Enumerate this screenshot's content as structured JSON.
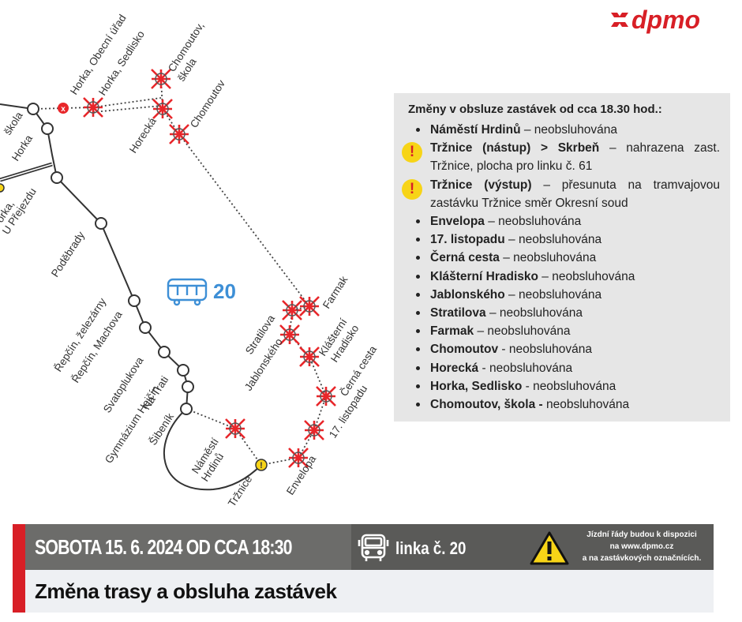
{
  "brand": {
    "logo_text": "dpmo",
    "color": "#d81f26"
  },
  "route": {
    "number": "20",
    "color": "#3d8fd6"
  },
  "stops": {
    "skola": "škola",
    "horka": "Horka",
    "horka_obecni_urad": "Horka, Obecní úřad",
    "horka_sedlisko": "Horka, Sedlisko",
    "chomoutov_skola_1": "Chomoutov,",
    "chomoutov_skola_2": "škola",
    "chomoutov": "Chomoutov",
    "horecka": "Horecká",
    "horka_u_prejezdu_1": "orka,",
    "horka_u_prejezdu_2": "U Přejezdu",
    "podebrady": "Poděbrady",
    "repcin_zelezarny": "Řepčín, železárny",
    "repcin_machova": "Řepčín, Machova",
    "svatoplukova": "Svatoplukova",
    "na_trati": "Na Trati",
    "gymnazium_hejcin": "Gymnázium Hejčín",
    "sibenik": "Šibeník",
    "namesti_hrdinu_1": "Náměstí",
    "namesti_hrdinu_2": "Hrdinů",
    "trznice": "Tržnice",
    "envelopa": "Envelopa",
    "sedmnact_listopadu": "17. listopadu",
    "cerna_cesta": "Černá cesta",
    "klasterni_hradisko_1": "Klášterní",
    "klasterni_hradisko_2": "Hradisko",
    "jablonskeho": "Jablonského",
    "stratilova": "Stratilova",
    "farmak": "Farmak",
    "closed_marker": "x"
  },
  "panel": {
    "title": "Změny v obsluze zastávek od cca 18.30 hod.:",
    "items": [
      {
        "kind": "bullet",
        "bold": "Náměstí Hrdinů",
        "rest": " – neobsluhována"
      },
      {
        "kind": "warning",
        "icon": "!",
        "bold": "Tržnice (nástup) > Skrbeň",
        "rest": " – nahrazena zast. Tržnice, plocha pro linku č. 61"
      },
      {
        "kind": "warning",
        "icon": "!",
        "bold": "Tržnice (výstup)",
        "rest": " – přesunuta na tramvajovou zastávku Tržnice směr Okresní soud"
      },
      {
        "kind": "bullet",
        "bold": "Envelopa",
        "rest": " – neobsluhována"
      },
      {
        "kind": "bullet",
        "bold": "17. listopadu",
        "rest": " – neobsluhována"
      },
      {
        "kind": "bullet",
        "bold": "Černá cesta",
        "rest": " – neobsluhována"
      },
      {
        "kind": "bullet",
        "bold": "Klášterní Hradisko",
        "rest": " – neobsluhována"
      },
      {
        "kind": "bullet",
        "bold": "Jablonského",
        "rest": " – neobsluhována"
      },
      {
        "kind": "bullet",
        "bold": "Stratilova",
        "rest": " – neobsluhována"
      },
      {
        "kind": "bullet",
        "bold": "Farmak",
        "rest": " – neobsluhována"
      },
      {
        "kind": "bullet",
        "bold": "Chomoutov",
        "rest": " - neobsluhována"
      },
      {
        "kind": "bullet",
        "bold": "Horecká",
        "rest": " - neobsluhována"
      },
      {
        "kind": "bullet",
        "bold": "Horka, Sedlisko",
        "rest": "  - neobsluhována"
      },
      {
        "kind": "bullet",
        "bold": "Chomoutov, škola -",
        "rest": " neobsluhována"
      }
    ]
  },
  "footer": {
    "date": "SOBOTA 15. 6. 2024 OD CCA 18:30",
    "line": "linka č. 20",
    "notice_1": "Jízdní řády budou k dispozici",
    "notice_2": "na www.dpmo.cz",
    "notice_3": "a na zastávkových označnících.",
    "subtitle": "Změna trasy a obsluha zastávek"
  },
  "colors": {
    "stop_closed": "#e8262a",
    "warning": "#f7d417",
    "footer_grey": "#6c6c6a",
    "footer_dark": "#5a5a58"
  }
}
